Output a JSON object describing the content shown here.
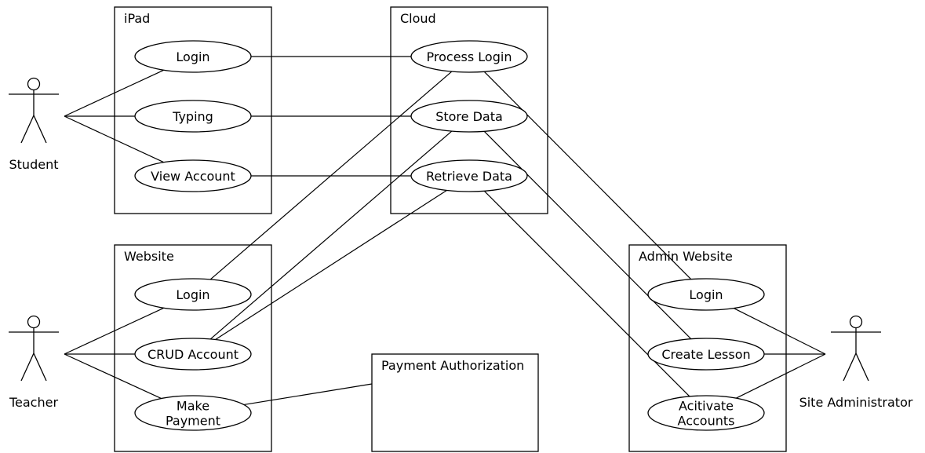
{
  "colors": {
    "line": "#000000",
    "background": "#ffffff"
  },
  "actors": [
    {
      "id": "student",
      "label": "Student"
    },
    {
      "id": "teacher",
      "label": "Teacher"
    },
    {
      "id": "site-admin",
      "label": "Site Administrator"
    }
  ],
  "systems": [
    {
      "id": "ipad",
      "label": "iPad"
    },
    {
      "id": "cloud",
      "label": "Cloud"
    },
    {
      "id": "website",
      "label": "Website"
    },
    {
      "id": "admin-website",
      "label": "Admin Website"
    },
    {
      "id": "payment",
      "label": "Payment Authorization"
    }
  ],
  "use_cases": [
    {
      "id": "ipad-login",
      "lines": [
        "Login"
      ]
    },
    {
      "id": "ipad-typing",
      "lines": [
        "Typing"
      ]
    },
    {
      "id": "ipad-view-account",
      "lines": [
        "View Account"
      ]
    },
    {
      "id": "process-login",
      "lines": [
        "Process Login"
      ]
    },
    {
      "id": "store-data",
      "lines": [
        "Store Data"
      ]
    },
    {
      "id": "retrieve-data",
      "lines": [
        "Retrieve Data"
      ]
    },
    {
      "id": "web-login",
      "lines": [
        "Login"
      ]
    },
    {
      "id": "crud-account",
      "lines": [
        "CRUD Account"
      ]
    },
    {
      "id": "make-payment",
      "lines": [
        "Make",
        "Payment"
      ]
    },
    {
      "id": "admin-login",
      "lines": [
        "Login"
      ]
    },
    {
      "id": "create-lesson",
      "lines": [
        "Create Lesson"
      ]
    },
    {
      "id": "activate-accounts",
      "lines": [
        "Acitivate",
        "Accounts"
      ]
    }
  ],
  "connections": [
    [
      "student",
      "ipad-login"
    ],
    [
      "student",
      "ipad-typing"
    ],
    [
      "student",
      "ipad-view-account"
    ],
    [
      "ipad-login",
      "process-login"
    ],
    [
      "ipad-typing",
      "store-data"
    ],
    [
      "ipad-view-account",
      "retrieve-data"
    ],
    [
      "teacher",
      "web-login"
    ],
    [
      "teacher",
      "crud-account"
    ],
    [
      "teacher",
      "make-payment"
    ],
    [
      "web-login",
      "process-login"
    ],
    [
      "crud-account",
      "store-data"
    ],
    [
      "crud-account",
      "retrieve-data"
    ],
    [
      "make-payment",
      "payment"
    ],
    [
      "process-login",
      "admin-login"
    ],
    [
      "store-data",
      "create-lesson"
    ],
    [
      "retrieve-data",
      "activate-accounts"
    ],
    [
      "site-admin",
      "admin-login"
    ],
    [
      "site-admin",
      "create-lesson"
    ],
    [
      "site-admin",
      "activate-accounts"
    ]
  ]
}
